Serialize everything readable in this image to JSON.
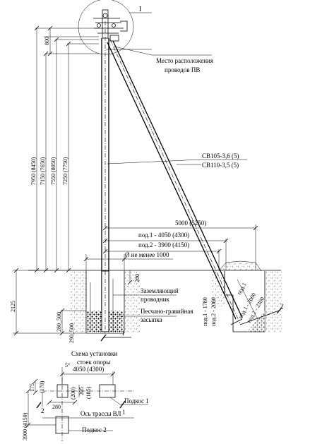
{
  "labels": {
    "detail_mark": "I",
    "wire_location_line1": "Место расположения",
    "wire_location_line2": "проводов ПВ",
    "strut_type_1": "СВ105-3,6 (5)",
    "strut_type_2": "СВ110-3,5 (5)",
    "dim_5000": "5000 (5250)",
    "dim_pod1": "под.1 - 4050 (4300)",
    "dim_pod2": "под.2 - 3900 (4150)",
    "dim_min1000": "Ø не менее 1000",
    "grounding_line1": "Заземляющий",
    "grounding_line2": "проводник",
    "backfill_line1": "Песчано-гравийная",
    "backfill_line2": "засыпка",
    "mark_1": "1",
    "mark_2": "2",
    "dim_200": "200",
    "dim_2125": "2125",
    "dim_280_500": "280_500",
    "dim_290_500": "290_500",
    "dim_pod1_1780": "под.1 - 1780",
    "dim_pod2_2080": "под.2 - 2080",
    "dim_pod1_2000": "под.1 - 2000",
    "dim_pod2_2300": "под.2 - 2300",
    "dim_pod1_short": "под.1",
    "scheme_title_line1": "Схема установки",
    "scheme_title_line2": "стоек опоры",
    "dim_4050_4300": "4050 (4300)",
    "podkos_1": "Подкос 1",
    "podkos_2": "Подкос 2",
    "vl_axis": "Ось трассы ВЛ",
    "dim_175": "175",
    "dim_170": "(170)",
    "dim_280": "280",
    "dim_3900_4150": "3900 (4150)",
    "dim_200b": "(200)",
    "dim_205": "205",
    "dim_185": "(185)",
    "angle": "5°"
  },
  "heights": {
    "h800": "800",
    "h7950": "7950 (8450)",
    "h7150": "7150 (7650)",
    "h7550": "7550 (8050)",
    "h7250": "7250 (7750)"
  }
}
